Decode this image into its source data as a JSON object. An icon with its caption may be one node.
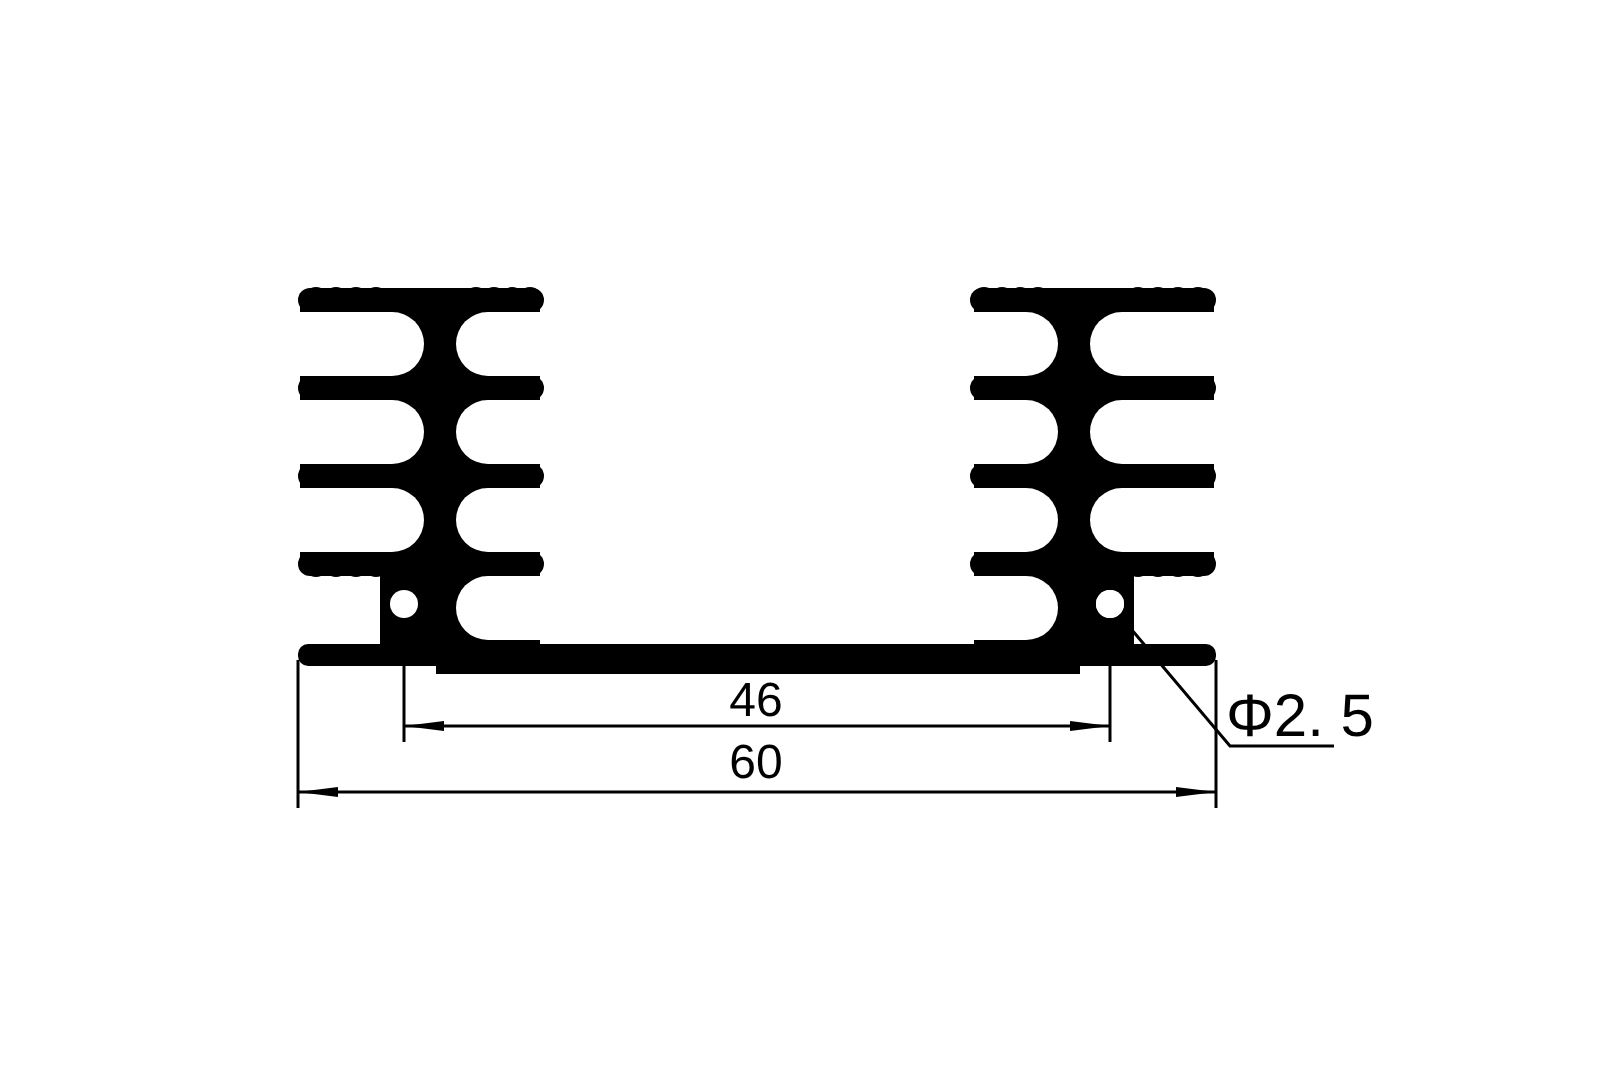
{
  "diagram": {
    "nodes": [
      {
        "text": [
          "Φ2. 5"
        ]
      },
      {
        "text": [],
        "shape": "circle"
      }
    ],
    "edges": [
      {
        "from": 0,
        "to": 1,
        "arrow": "none"
      }
    ],
    "labels": [
      "46",
      "60"
    ]
  }
}
